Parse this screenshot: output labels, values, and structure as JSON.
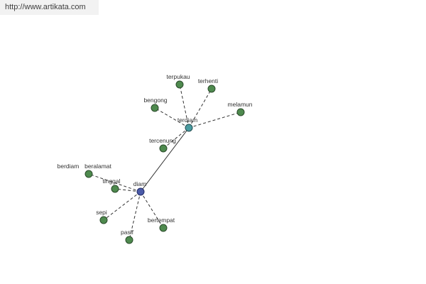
{
  "header": {
    "url": "http://www.artikata.com"
  },
  "colors": {
    "leaf": "#4e8a4e",
    "hub": "#4a9ba0",
    "root": "#4a5aa8"
  },
  "graph": {
    "nodes": [
      {
        "id": "diam",
        "label": "diam",
        "kind": "root"
      },
      {
        "id": "terdiam",
        "label": "terdiam",
        "kind": "hub"
      },
      {
        "id": "terpukau",
        "label": "terpukau",
        "kind": "leaf"
      },
      {
        "id": "terhenti",
        "label": "terhenti",
        "kind": "leaf"
      },
      {
        "id": "bengong",
        "label": "bengong",
        "kind": "leaf"
      },
      {
        "id": "melamun",
        "label": "melamun",
        "kind": "leaf"
      },
      {
        "id": "tercenung",
        "label": "tercenung",
        "kind": "leaf"
      },
      {
        "id": "berdiam",
        "label": "berdiam",
        "kind": "leaf"
      },
      {
        "id": "beralamat",
        "label": "beralamat",
        "kind": "leaf"
      },
      {
        "id": "tinggal",
        "label": "tinggal",
        "kind": "leaf"
      },
      {
        "id": "sepi",
        "label": "sepi",
        "kind": "leaf"
      },
      {
        "id": "pasif",
        "label": "pasif",
        "kind": "leaf"
      },
      {
        "id": "bertempat",
        "label": "bertempat",
        "kind": "leaf"
      }
    ],
    "edges": [
      {
        "from": "diam",
        "to": "terdiam",
        "style": "solid"
      },
      {
        "from": "terdiam",
        "to": "terpukau",
        "style": "dashed"
      },
      {
        "from": "terdiam",
        "to": "terhenti",
        "style": "dashed"
      },
      {
        "from": "terdiam",
        "to": "bengong",
        "style": "dashed"
      },
      {
        "from": "terdiam",
        "to": "melamun",
        "style": "dashed"
      },
      {
        "from": "terdiam",
        "to": "tercenung",
        "style": "dashed"
      },
      {
        "from": "diam",
        "to": "berdiam",
        "style": "dashed"
      },
      {
        "from": "diam",
        "to": "tinggal",
        "style": "dashed"
      },
      {
        "from": "diam",
        "to": "sepi",
        "style": "dashed"
      },
      {
        "from": "diam",
        "to": "pasif",
        "style": "dashed"
      },
      {
        "from": "diam",
        "to": "bertempat",
        "style": "dashed"
      }
    ]
  }
}
